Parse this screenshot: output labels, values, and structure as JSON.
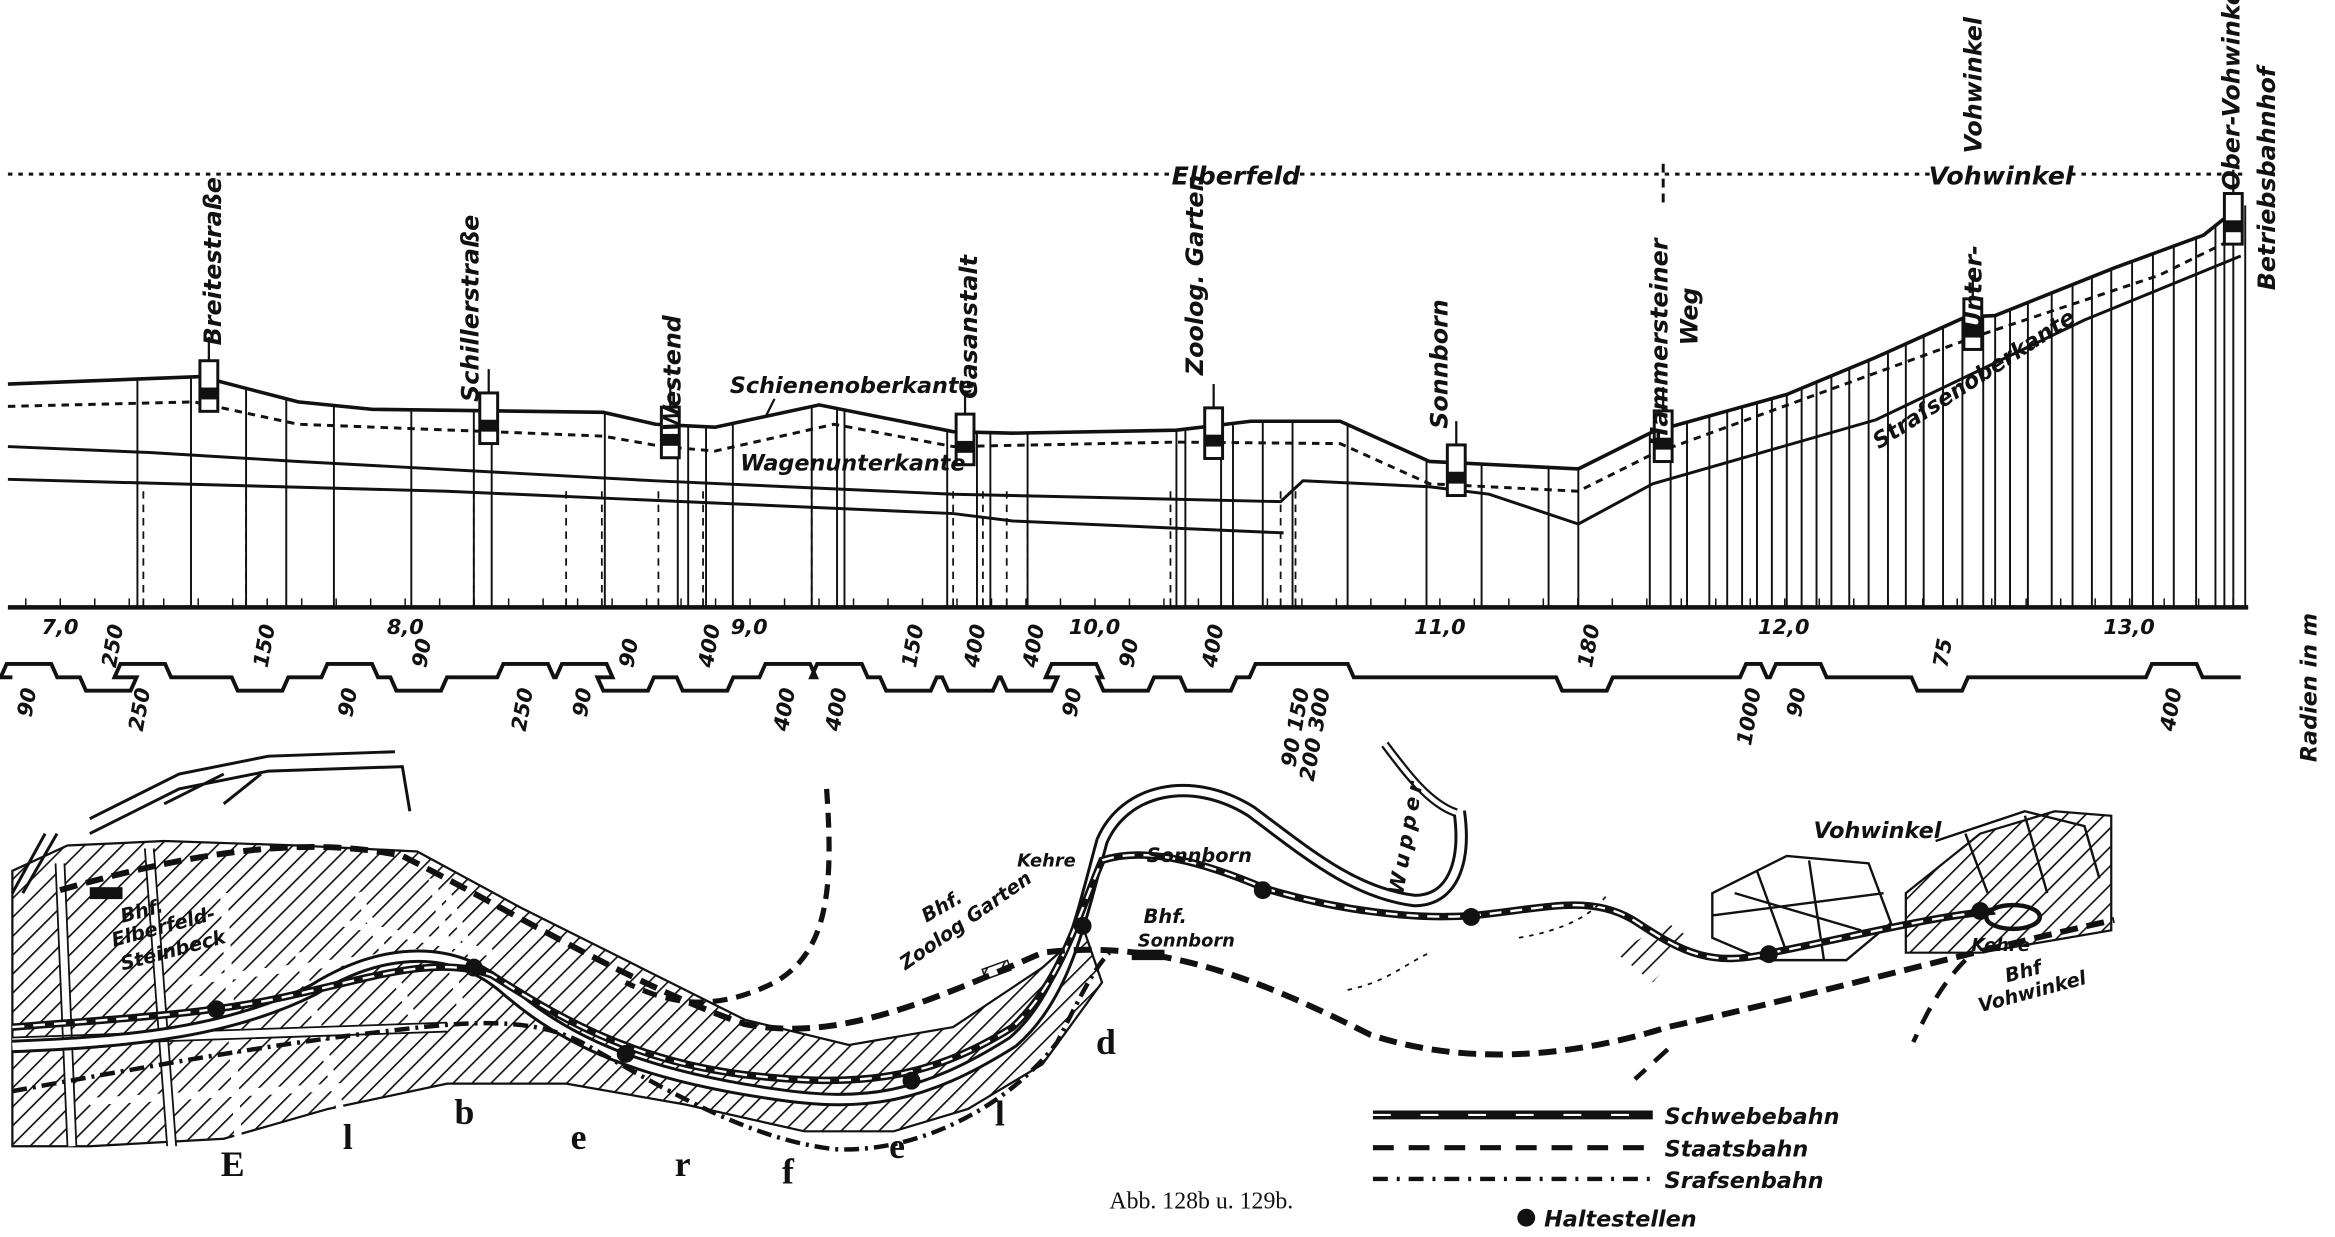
{
  "figure": {
    "caption": "Abb. 128b u. 129b."
  },
  "profile": {
    "region_labels": {
      "left": "Elberfeld",
      "right": "Vohwinkel"
    },
    "stations": {
      "breitestrasse": "Breitestraße",
      "schillerstrasse": "Schillerstraße",
      "westend": "Westend",
      "gasanstalt": "Gasanstalt",
      "zoolog_garten": "Zoolog. Garten",
      "sonnborn": "Sonnborn",
      "hammersteiner_1": "Hammersteiner",
      "hammersteiner_2": "Weg",
      "unter": "Unter-",
      "unter_vohwinkel": "Vohwinkel",
      "ober_vohwinkel": "Ober-Vohwinkel",
      "betriebsbahnhof": "Betriebsbahnhof"
    },
    "line_labels": {
      "rail_top": "Schienenoberkante",
      "car_bottom": "Wagenunterkante",
      "street_top": "Straſsenoberkante"
    },
    "km_ticks": [
      "7,0",
      "8,0",
      "9,0",
      "10,0",
      "11,0",
      "12,0",
      "13,0"
    ],
    "radius_unit": "Radien in m",
    "radii_above": [
      {
        "value": "250",
        "km": 7.14
      },
      {
        "value": "150",
        "km": 7.58
      },
      {
        "value": "90",
        "km": 8.04
      },
      {
        "value": "90",
        "km": 8.64
      },
      {
        "value": "400",
        "km": 8.87
      },
      {
        "value": "150",
        "km": 9.46
      },
      {
        "value": "400",
        "km": 9.64
      },
      {
        "value": "400",
        "km": 9.81
      },
      {
        "value": "90",
        "km": 10.09
      },
      {
        "value": "400",
        "km": 10.33
      },
      {
        "value": "180",
        "km": 11.42
      },
      {
        "value": "75",
        "km": 12.45
      }
    ],
    "radii_below": [
      {
        "value": "90",
        "km": 6.91
      },
      {
        "value": "250",
        "km": 7.24
      },
      {
        "value": "90",
        "km": 7.84
      },
      {
        "value": "250",
        "km": 8.35
      },
      {
        "value": "90",
        "km": 8.52
      },
      {
        "value": "400",
        "km": 9.11
      },
      {
        "value": "400",
        "km": 9.26
      },
      {
        "value": "90",
        "km": 9.94
      },
      {
        "value": "90 150",
        "value2": "200 300",
        "km": 10.6
      },
      {
        "value": "1000",
        "km": 11.91
      },
      {
        "value": "90",
        "km": 12.04
      },
      {
        "value": "400",
        "km": 13.13
      }
    ]
  },
  "map": {
    "labels": {
      "bhf_steinbeck_1": "Bhf.",
      "bhf_steinbeck_2": "Elberfeld-",
      "bhf_steinbeck_3": "Steinbeck",
      "bhf_zoo_1": "Bhf.",
      "bhf_zoo_2": "Zoolog Garten",
      "kehre_1": "Kehre",
      "sonnborn": "Sonnborn",
      "bhf_sonnborn_1": "Bhf.",
      "bhf_sonnborn_2": "Sonnborn",
      "wupper": "Wupper",
      "vohwinkel": "Vohwinkel",
      "kehre_2": "Kehre",
      "bhf_vohwinkel_1": "Bhf",
      "bhf_vohwinkel_2": "Vohwinkel"
    },
    "city_letters": [
      "E",
      "l",
      "b",
      "e",
      "r",
      "f",
      "e",
      "l",
      "d"
    ]
  },
  "legend": {
    "schwebebahn": "Schwebebahn",
    "staatsbahn": "Staatsbahn",
    "strassenbahn": "Srafsenbahn",
    "haltestellen": "Haltestellen"
  }
}
